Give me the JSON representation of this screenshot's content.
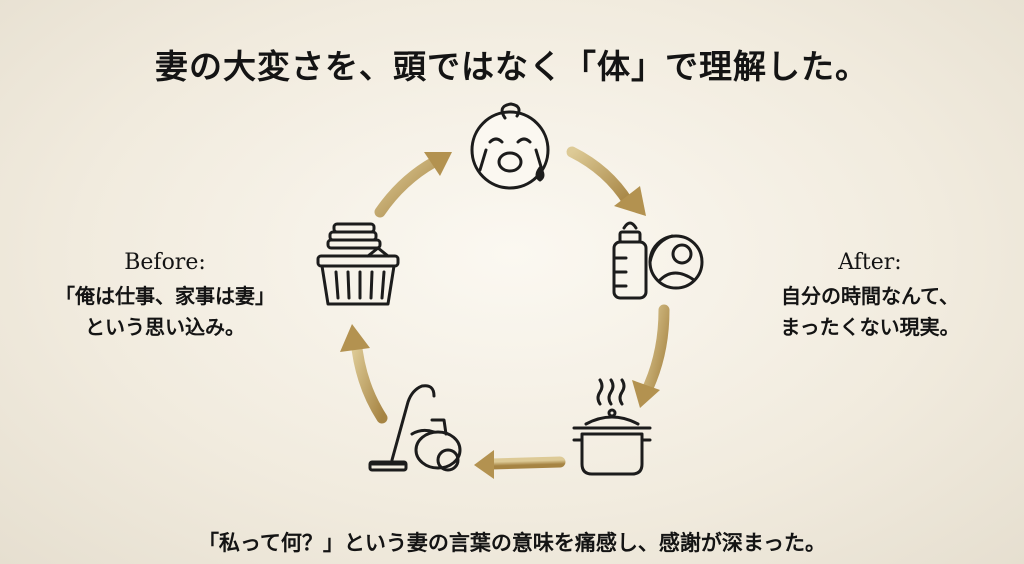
{
  "title": "妻の大変さを、頭ではなく「体」で理解した。",
  "before": {
    "heading": "Before:",
    "lines": [
      "「俺は仕事、家事は妻」",
      "という思い込み。"
    ]
  },
  "after": {
    "heading": "After:",
    "lines": [
      "自分の時間なんて、",
      "まったくない現実。"
    ]
  },
  "footer": "「私って何？」という妻の言葉の意味を痛感し、感謝が深まった。",
  "colors": {
    "gold_light": "#d9c48f",
    "gold_dark": "#a68443",
    "icon_stroke": "#1c1c1c"
  },
  "cycle_icons": [
    "crying-baby-icon",
    "baby-bottle-feeding-icon",
    "cooking-pot-icon",
    "vacuum-cleaner-icon",
    "laundry-basket-icon"
  ]
}
